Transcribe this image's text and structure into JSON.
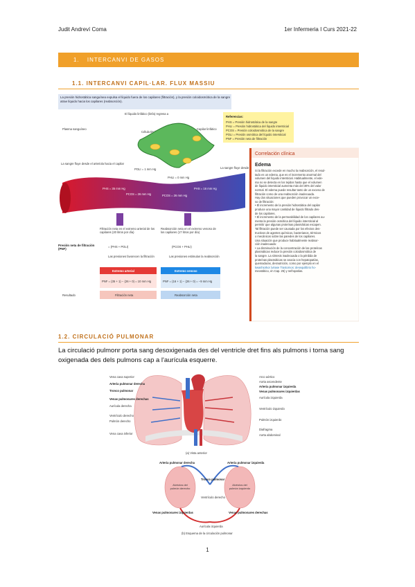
{
  "header": {
    "author": "Judit Andreví Coma",
    "course": "1er Infermeria I Curs 2021-22"
  },
  "section": {
    "number": "1.",
    "title": "INTERCANVI DE GASOS"
  },
  "subsection1": {
    "title": "1.1. INTERCANVI CAPIL·LAR. FLUX MASSIU"
  },
  "subsection2": {
    "title": "1.2. CIRCULACIÓ PULMONAR"
  },
  "paragraph": "La circulació pulmonr porta sang desoxigenada des del ventricle dret fins als pulmons i torna sang oxigenada des dels pulmons cap a l'aurícula esquerre.",
  "figure1": {
    "caption": "La presión hidrostática sanguínea expulsa el líquido fuera de los capilares (filtración), y la presión coloidosmótica de la sangre atrae líquido hacia los capilares (reabsorción).",
    "labels": {
      "lymph": "El líquido linfático (linfa) regresa a",
      "plasma": "Plasma sanguíneo",
      "cell": "Célula tisular",
      "lymph_cap": "Capilar linfático",
      "interstitial": "Líquido intersticial",
      "arterial_in": "La sangre fluye desde el arteriola hacia el capilar",
      "venous_out": "La sangre fluye desde el capilar hacia la vénula",
      "phs_art": "PHS = 35 mm Hg",
      "pcos_art": "PCOS = 26 mm Hg",
      "poli_art": "POLI = 1 mm Hg",
      "phli": "PHLI = 0 mm Hg",
      "phs_ven": "PHS = 16 mm Hg",
      "pcos_ven": "PCOS = 26 mm Hg",
      "filt_text": "Filtración neta en el extremo arterial de los capilares (20 litros por día)",
      "reab_text": "Reabsorción neta en el extremo venoso de los capilares (17 litros por día)",
      "pnf_label": "Presión neta de filtración (PNF)",
      "formula_art": "= (PHS + POLI)",
      "formula_ven": "(PCOS + PHLI)",
      "art_note": "Las presiones favorecen la filtración",
      "ven_note": "Las presiones estimulan la reabsorción",
      "art_box": "Extremo arterial",
      "ven_box": "Extremo venoso",
      "art_calc": "PNF = (35 + 1) − (26 + 0) = 10 mm Hg",
      "ven_calc": "PNF = (16 + 1) − (26 + 0) = −9 mm Hg",
      "result": "Resultado",
      "art_result": "Filtración neta",
      "ven_result": "Reabsorción neta"
    },
    "refs": {
      "title": "Referencias:",
      "items": [
        "PHS = Presión hidrostática de la sangre",
        "PHLI = Presión hidrostática del líquido intersticial",
        "PCOS = Presión coloidosmótica de la sangre",
        "POLI = Presión osmótica del líquido intersticial",
        "PNF = Presión neta de filtración"
      ]
    },
    "clinic": {
      "header": "Correlación clínica",
      "title": "Edema",
      "lines": [
        "Si la filtración excede en mucho la reabsorción, el resul-",
        "tado es un edema, que es el incremento anormal del",
        "volumen del líquido intersticial. Habitualmente, el ede-",
        "ma no se detecta en los tejidos hasta que el volumen",
        "de líquido intersticial aumenta más del 30% del valor",
        "normal. El edema puede resultar tanto de un exceso de",
        "filtración como de una reabsorción inadecuada.",
        "Hay dos situaciones que pueden provocar un exce-",
        "so de filtración:",
        "• El incremento de la presión hidrostática del capilar",
        "produce una mayor cantidad de líquido filtrado des-",
        "de los capilares.",
        "• El incremento de la permeabilidad de los capilares au-",
        "menta la presión osmótica del líquido intersticial al",
        "permitir que algunas proteínas plasmáticas escapen.",
        "Tal filtración puede ser causada por los efectos des-",
        "tructivos de agentes químicos, bacterianos, térmicos",
        "o mecánicos sobre las paredes de los capilares.",
        "Una situación que produce habitualmente reabsor-",
        "ción inadecuada:",
        "• La disminución de la concentración de las proteínas",
        "plasmáticas reduce la presión coloidosmótica de",
        "la sangre. La síntesis inadecuada o la pérdida de",
        "proteínas plasmáticas se asocia con hepatopatías,",
        "quemaduras, desnutrición, como por ejemplo en el",
        "kwashiorkor (véase Trastornos: desequilibrio ho-",
        "meostático, en Cap. 25) y nefropatías."
      ]
    }
  },
  "figure2": {
    "left_labels": [
      "Vena cava superior",
      "Arteria pulmonar derecha",
      "Tronco pulmonar",
      "Venas pulmonares derechas",
      "Aurícula derecha",
      "Ventrículo derecho",
      "Pulmón derecho",
      "Vena cava inferior"
    ],
    "right_labels": [
      "Arco aórtico",
      "Aorta ascendente",
      "Arteria pulmonar izquierda",
      "Venas pulmonares izquierdas",
      "Aurícula izquierda",
      "Ventrículo izquierdo",
      "Pulmón izquierdo",
      "Diafragma",
      "Aorta abdominal"
    ],
    "caption_a": "(a) Vista anterior",
    "scheme": {
      "rpa": "Arteria pulmonar derecha",
      "lpa": "Arteria pulmonar izquierda",
      "trunk": "Tronco pulmonar",
      "rv": "Ventrículo derecho",
      "alv_r": "Alvéolos del pulmón derecho",
      "alv_l": "Alvéolos del pulmón izquierdo",
      "lpv": "Venas pulmonares izquierdas",
      "rpv": "Venas pulmonares derechas",
      "la": "Aurícula izquierda",
      "caption_b": "(b) Esquema de la circulación pulmonar"
    }
  },
  "page_number": "1"
}
